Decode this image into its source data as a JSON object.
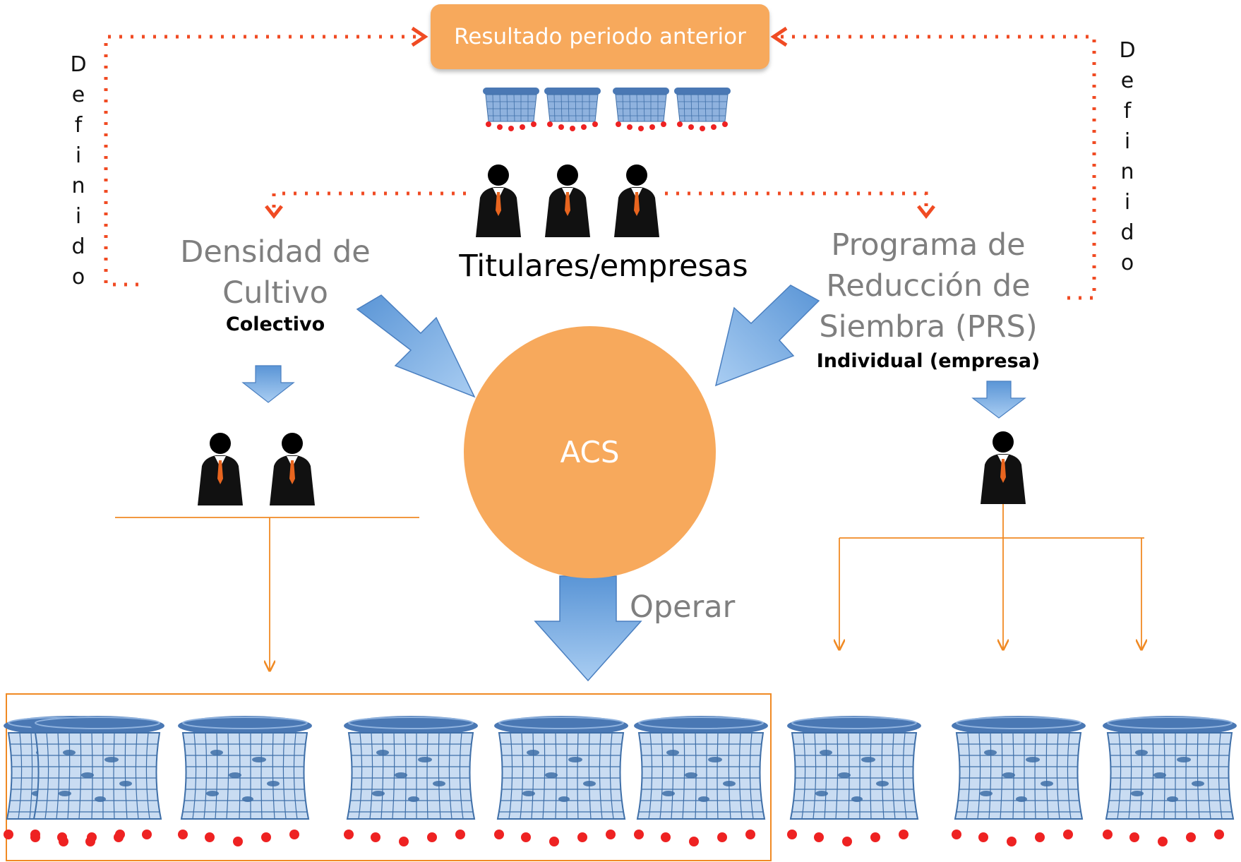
{
  "top_box": {
    "label": "Resultado periodo anterior"
  },
  "left_side_label": {
    "letters": [
      "D",
      "e",
      "f",
      "i",
      "n",
      "i",
      "d",
      "o"
    ]
  },
  "right_side_label": {
    "letters": [
      "D",
      "e",
      "f",
      "i",
      "n",
      "i",
      "d",
      "o"
    ]
  },
  "titulares": {
    "label": "Titulares/empresas"
  },
  "densidad": {
    "line1": "Densidad de",
    "line2": "Cultivo",
    "sub": "Colectivo"
  },
  "prs": {
    "line1": "Programa de",
    "line2": "Reducción de",
    "line3": "Siembra (PRS)",
    "sub": "Individual (empresa)"
  },
  "acs": {
    "label": "ACS"
  },
  "operar": {
    "label": "Operar"
  },
  "colors": {
    "orange": "#f7a95c",
    "orange_line": "#f08a24",
    "red_dotted": "#f04b23",
    "blue_arrow": "#6fa8dc",
    "net_blue": "#3f6fa8",
    "float_red": "#ee2222"
  }
}
